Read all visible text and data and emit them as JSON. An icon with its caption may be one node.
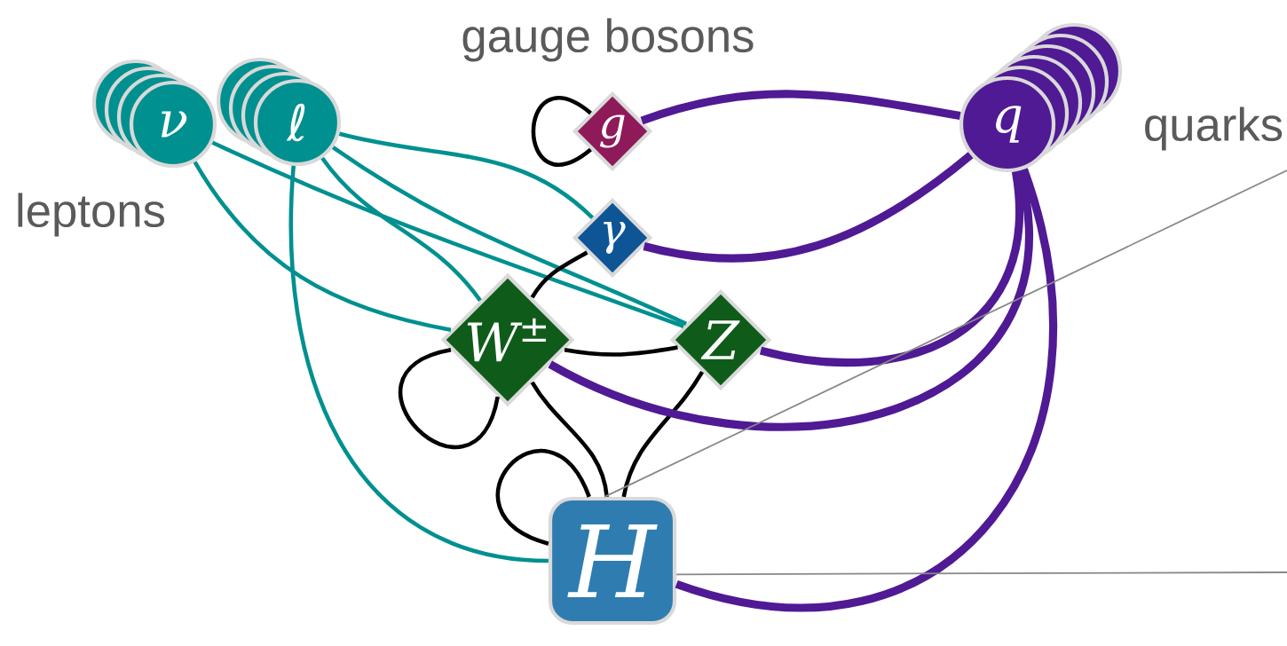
{
  "diagram": {
    "nodes": [
      {
        "text": [
          "ν"
        ]
      },
      {
        "text": [
          "ℓ"
        ]
      },
      {
        "text": [
          "g"
        ]
      },
      {
        "text": [
          "q"
        ]
      },
      {
        "text": [
          "γ"
        ]
      },
      {
        "text": [
          "W$^{±}$"
        ]
      },
      {
        "text": [
          "Z"
        ]
      },
      {
        "text": [
          "H"
        ]
      }
    ],
    "edges": [
      {
        "from": 0,
        "to": 5,
        "arrow": "none",
        "color": "#009090"
      },
      {
        "from": 0,
        "to": 6,
        "arrow": "none",
        "color": "#009090"
      },
      {
        "from": 1,
        "to": 4,
        "arrow": "none",
        "color": "#009090"
      },
      {
        "from": 1,
        "to": 5,
        "arrow": "none",
        "color": "#009090"
      },
      {
        "from": 1,
        "to": 6,
        "arrow": "none",
        "color": "#009090"
      },
      {
        "from": 1,
        "to": 7,
        "arrow": "none",
        "color": "#009090"
      },
      {
        "from": 2,
        "to": 2,
        "arrow": "none"
      },
      {
        "from": 2,
        "to": 3,
        "arrow": "none",
        "style": "thick",
        "color": "#4f1a94"
      },
      {
        "from": 4,
        "to": 3,
        "arrow": "none",
        "style": "thick",
        "color": "#4f1a94"
      },
      {
        "from": 4,
        "to": 5,
        "arrow": "none"
      },
      {
        "from": 5,
        "to": 5,
        "arrow": "none"
      },
      {
        "from": 5,
        "to": 6,
        "arrow": "none"
      },
      {
        "from": 5,
        "to": 7,
        "arrow": "none"
      },
      {
        "from": 6,
        "to": 7,
        "arrow": "none"
      },
      {
        "from": 7,
        "to": 7,
        "arrow": "none"
      },
      {
        "from": 3,
        "to": 6,
        "arrow": "none",
        "style": "thick",
        "color": "#4f1a94"
      },
      {
        "from": 3,
        "to": 5,
        "arrow": "none",
        "style": "thick",
        "color": "#4f1a94"
      },
      {
        "from": 3,
        "to": 7,
        "arrow": "none",
        "style": "thick",
        "color": "#4f1a94"
      },
      {
        "from": 7,
        "to": null,
        "arrow": "none",
        "color": "#888888"
      },
      {
        "from": 7,
        "to": null,
        "arrow": "none",
        "color": "#888888"
      }
    ],
    "labels": [
      "gauge bosons",
      "quarks",
      "leptons"
    ]
  }
}
